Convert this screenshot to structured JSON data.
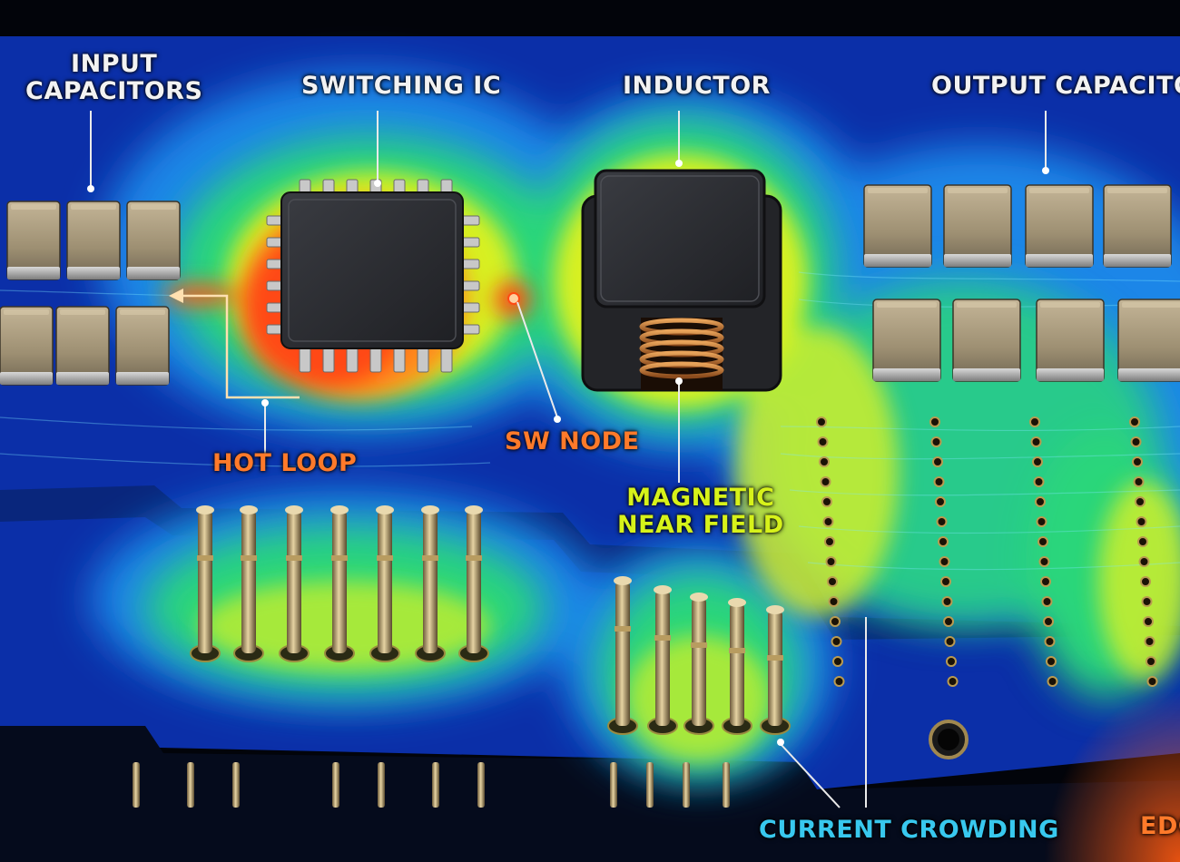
{
  "labels": {
    "input_capacitors_line1": "INPUT",
    "input_capacitors_line2": "CAPACITORS",
    "switching_ic": "SWITCHING IC",
    "inductor": "INDUCTOR",
    "output_capacitors": "OUTPUT CAPACITORS",
    "hot_loop": "HOT LOOP",
    "sw_node": "SW NODE",
    "magnetic_near_field_line1": "MAGNETIC",
    "magnetic_near_field_line2": "NEAR FIELD",
    "current_crowding": "CURRENT CROWDING",
    "edge_partial": "EDG"
  },
  "colors": {
    "background": "#02040a",
    "board_base": "#0b2fa8",
    "field_cool": "#1c86e8",
    "field_mid": "#2bd67a",
    "field_warm": "#d8f024",
    "field_hot": "#ff4a12",
    "component_body": "#2a2c30",
    "capacitor_body": "#a89a7c",
    "label_white": "#f2f2f2",
    "label_orange": "#ff7a2a",
    "label_yellow": "#d7f21a",
    "label_cyan": "#38c8ee"
  }
}
